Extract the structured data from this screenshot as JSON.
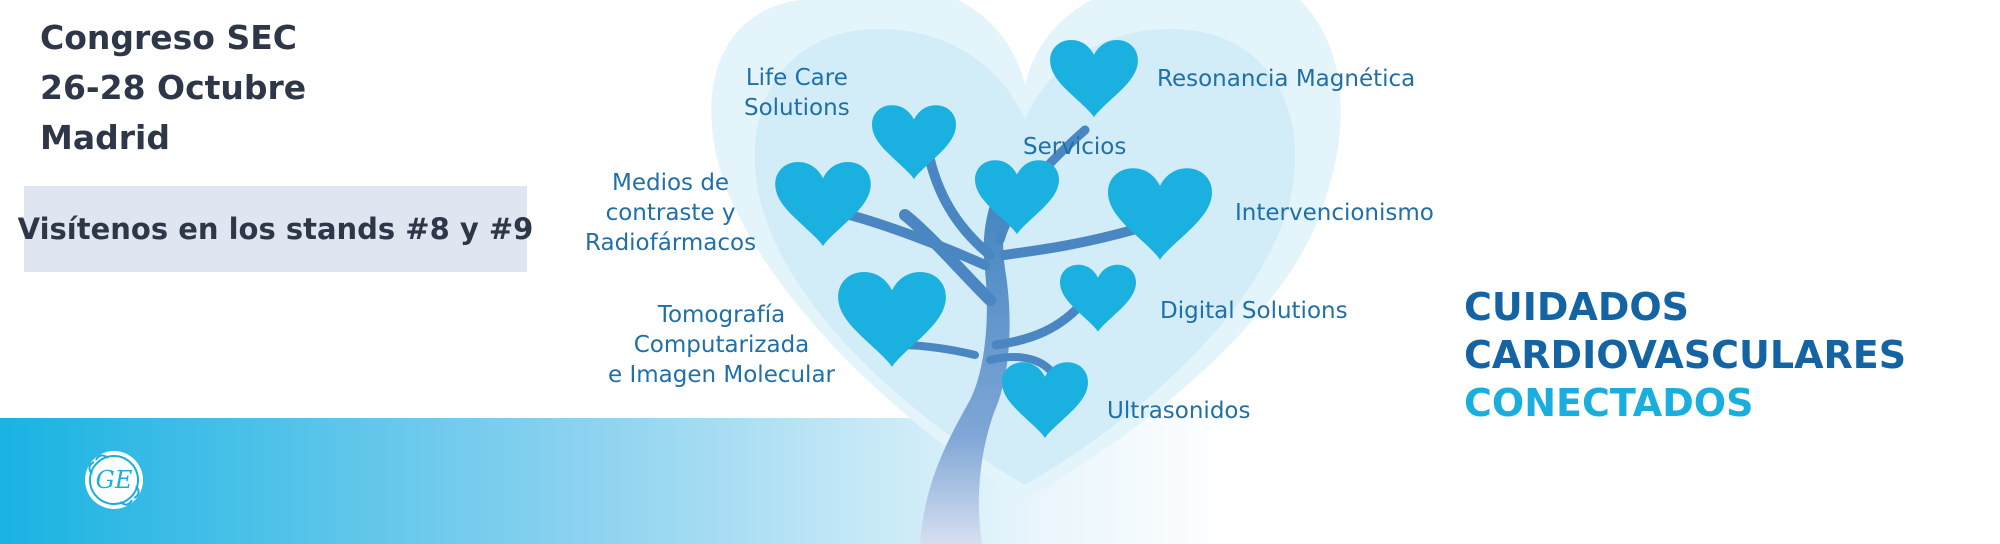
{
  "event": {
    "line1": "Congreso SEC",
    "line2": "26-28 Octubre",
    "line3": "Madrid",
    "stands": "Visítenos en los stands #8 y #9"
  },
  "labels": {
    "life_care": [
      "Life Care",
      "Solutions"
    ],
    "resonancia": "Resonancia Magnética",
    "servicios": "Servicios",
    "medios": [
      "Medios de",
      "contraste y",
      "Radiofármacos"
    ],
    "intervencionismo": "Intervencionismo",
    "digital": "Digital Solutions",
    "tomografia": [
      "Tomografía",
      "Computarizada",
      "e Imagen Molecular"
    ],
    "ultrasonidos": "Ultrasonidos"
  },
  "tagline": {
    "line1": "CUIDADOS",
    "line2": "CARDIOVASCULARES",
    "line3": "CONECTADOS"
  },
  "logo": {
    "text": "GE",
    "icon": "ge-monogram-logo"
  },
  "colors": {
    "heart": "#1ab1e0",
    "label_blue": "#1f6fa9",
    "tagline_dark": "#1464a4",
    "tagline_light": "#19aedd",
    "event_text": "#2e3748",
    "stand_box": "#dfe6f1"
  }
}
